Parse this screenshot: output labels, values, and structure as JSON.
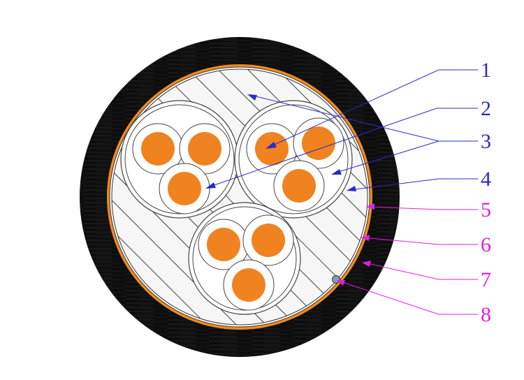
{
  "diagram": {
    "colors": {
      "jacket": "#0d0d0d",
      "armor_tape": "#f08b1e",
      "filler_background": "#f6f6f6",
      "hatch": "#111111",
      "conductor": "#f0821f",
      "pair_insulation": "#ffffff",
      "drain_wire": "#8a9bb8",
      "blue_label": "#2a2acc",
      "magenta_label": "#e01ee0"
    },
    "callouts": [
      {
        "number": "1",
        "color": "blue"
      },
      {
        "number": "2",
        "color": "blue"
      },
      {
        "number": "3",
        "color": "blue"
      },
      {
        "number": "4",
        "color": "blue"
      },
      {
        "number": "5",
        "color": "magenta"
      },
      {
        "number": "6",
        "color": "magenta"
      },
      {
        "number": "7",
        "color": "magenta"
      },
      {
        "number": "8",
        "color": "magenta"
      }
    ]
  }
}
